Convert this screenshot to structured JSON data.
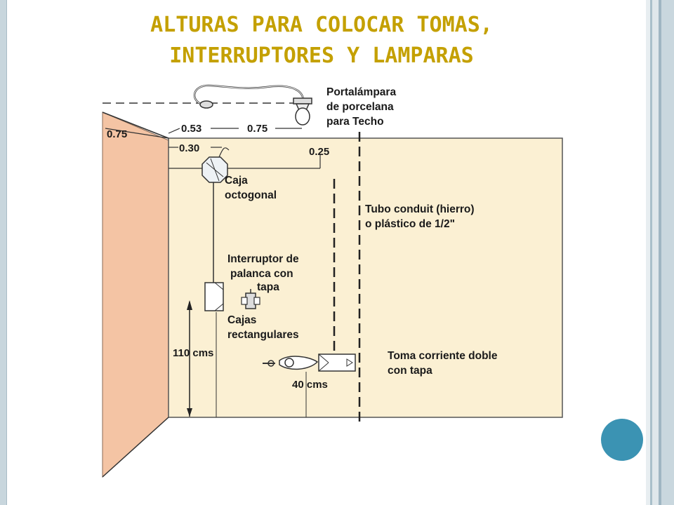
{
  "slide": {
    "title_line1": "ALTURAS PARA COLOCAR TOMAS,",
    "title_line2": "INTERRUPTORES Y LAMPARAS"
  },
  "labels": {
    "portalampara": [
      "Portalámpara",
      "de porcelana",
      "para Techo"
    ],
    "dim_075_left": "0.75",
    "dim_053": "0.53",
    "dim_075_top": "0.75",
    "dim_030": "0.30",
    "dim_025": "0.25",
    "caja_octogonal": [
      "Caja",
      "octogonal"
    ],
    "tubo_conduit": [
      "Tubo conduit (hierro)",
      "o plástico de 1/2\""
    ],
    "interruptor": [
      "Interruptor de",
      "palanca con",
      "tapa"
    ],
    "cajas_rect": [
      "Cajas",
      "rectangulares"
    ],
    "altura_interruptor": "110 cms",
    "altura_toma": "40 cms",
    "toma_corriente": [
      "Toma corriente doble",
      "con tapa"
    ]
  },
  "colors": {
    "title": "#c4a000",
    "wall_back": "#fbf0d3",
    "wall_side": "#f4c4a4",
    "accent_dot": "#3b93b3"
  }
}
